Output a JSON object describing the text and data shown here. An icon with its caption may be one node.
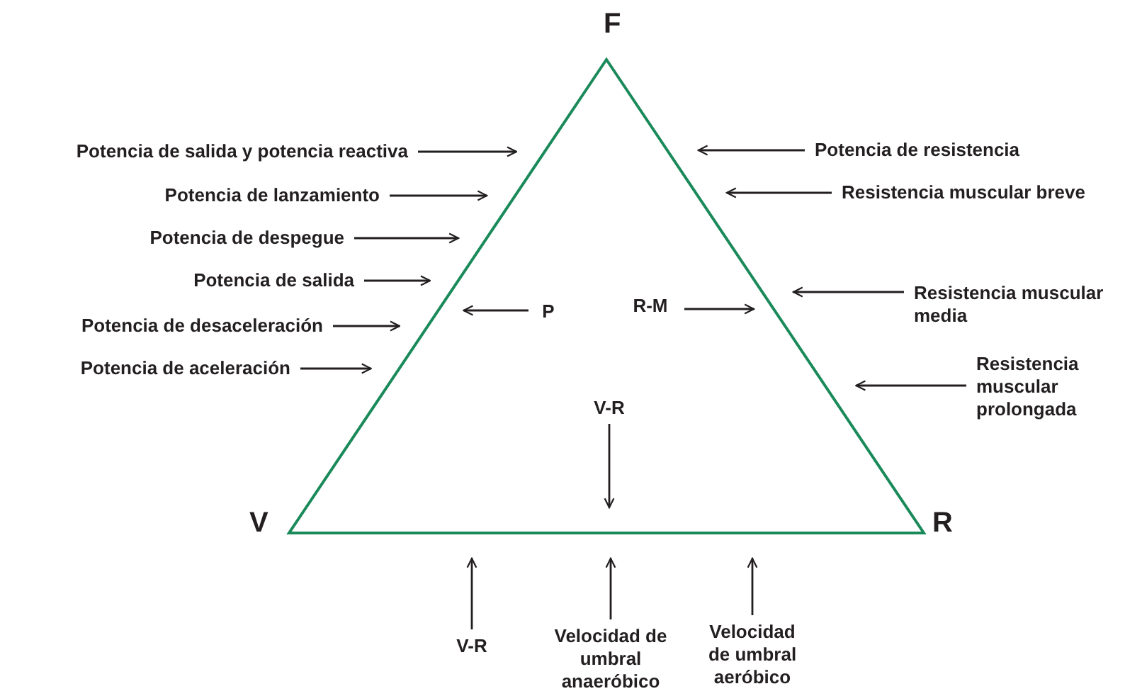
{
  "diagram": {
    "nodes": [
      {
        "text": [],
        "shape": "triangle"
      },
      {
        "text": [
          "Potencia de salida y potencia reactiva"
        ]
      },
      {
        "text": [
          "Potencia de lanzamiento"
        ]
      },
      {
        "text": [
          "Potencia de despegue"
        ]
      },
      {
        "text": [
          "Potencia de salida"
        ]
      },
      {
        "text": [
          "Potencia de desaceleración"
        ]
      },
      {
        "text": [
          "Potencia de aceleración"
        ]
      },
      {
        "text": [
          "Potencia de resistencia"
        ]
      },
      {
        "text": [
          "Resistencia muscular breve"
        ]
      },
      {
        "text": [
          "Resistencia muscular media"
        ]
      },
      {
        "text": [
          "Resistencia muscular prolongada"
        ]
      },
      {
        "text": [
          "P"
        ],
        "in": 0
      },
      {
        "text": [
          "R-M"
        ],
        "in": 0
      },
      {
        "text": [
          "V-R"
        ],
        "in": 0
      },
      {
        "text": [
          "V-R"
        ]
      },
      {
        "text": [
          "Velocidad de umbral anaeróbico"
        ]
      },
      {
        "text": [
          "Velocidad de umbral aeróbico"
        ]
      }
    ],
    "edges": [
      {
        "from": 1,
        "to": 0,
        "arrow": "to"
      },
      {
        "from": 2,
        "to": 0,
        "arrow": "to"
      },
      {
        "from": 3,
        "to": 0,
        "arrow": "to"
      },
      {
        "from": 4,
        "to": 0,
        "arrow": "to"
      },
      {
        "from": 5,
        "to": 0,
        "arrow": "to"
      },
      {
        "from": 6,
        "to": 0,
        "arrow": "to"
      },
      {
        "from": 7,
        "to": 0,
        "arrow": "to"
      },
      {
        "from": 8,
        "to": 0,
        "arrow": "to"
      },
      {
        "from": 9,
        "to": 0,
        "arrow": "to"
      },
      {
        "from": 10,
        "to": 0,
        "arrow": "to"
      },
      {
        "from": 11,
        "to": 0,
        "arrow": "to"
      },
      {
        "from": 12,
        "to": 0,
        "arrow": "to"
      },
      {
        "from": 13,
        "to": 0,
        "arrow": "to"
      },
      {
        "from": 14,
        "to": 0,
        "arrow": "to"
      },
      {
        "from": 15,
        "to": 0,
        "arrow": "to"
      },
      {
        "from": 16,
        "to": 0,
        "arrow": "to"
      }
    ],
    "labels": [
      "F",
      "V",
      "R"
    ]
  }
}
